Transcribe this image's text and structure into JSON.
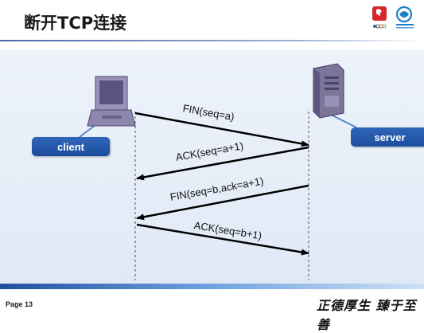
{
  "header": {
    "title": "断开TCP连接"
  },
  "nodes": {
    "client_label": "client",
    "server_label": "server"
  },
  "messages": [
    {
      "label": "FIN(seq=a)",
      "direction": "client-to-server"
    },
    {
      "label": "ACK(seq=a+1)",
      "direction": "server-to-client"
    },
    {
      "label": "FIN(seq=b,ack=a+1)",
      "direction": "server-to-client"
    },
    {
      "label": "ACK(seq=b+1)",
      "direction": "client-to-server"
    }
  ],
  "footer": {
    "page": "Page 13",
    "motto": "正德厚生  臻于至善"
  },
  "colors": {
    "accent": "#1d4e9e",
    "arrow": "#000000",
    "canvas_top": "#eef3fa",
    "canvas_bottom": "#dfe9f6"
  },
  "icons": [
    "client-computer-icon",
    "server-tower-icon",
    "beijing-2008-logo",
    "china-mobile-logo"
  ]
}
